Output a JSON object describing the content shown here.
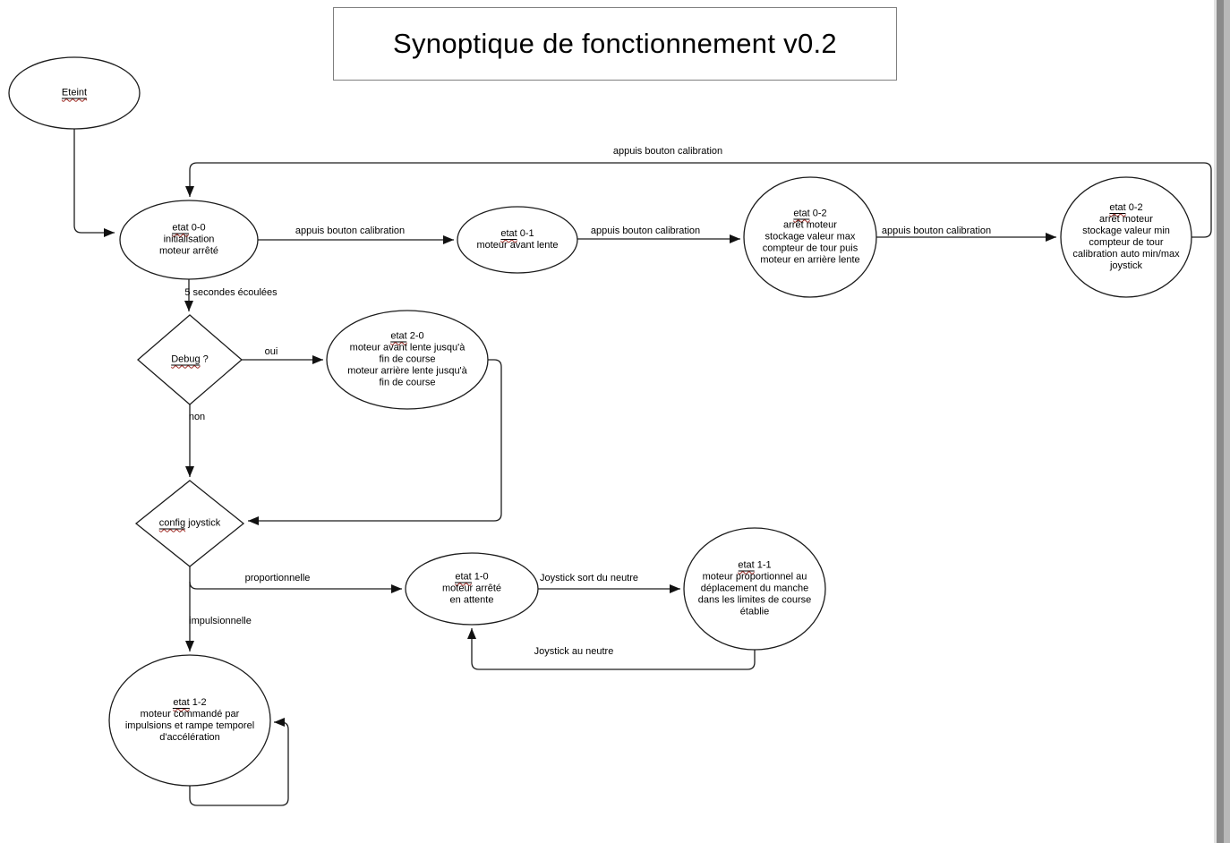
{
  "title": {
    "text": "Synoptique de fonctionnement v0.2"
  },
  "colors": {
    "line": "#1c1c1c",
    "spellcheck_squiggle": "#9e2b25",
    "title_border": "#7f7f7f",
    "page_edge": "#8a8a8a",
    "background": "#ffffff"
  },
  "nodes": {
    "eteint": {
      "label": "Eteint"
    },
    "s00": {
      "keyword": "etat",
      "id": "0-0",
      "lines": [
        "initialisation",
        "moteur arrêté"
      ]
    },
    "s01": {
      "keyword": "etat",
      "id": "0-1",
      "lines": [
        "moteur avant lente"
      ]
    },
    "s02a": {
      "keyword": "etat",
      "id": "0-2",
      "lines": [
        "arrêt moteur",
        "stockage valeur max",
        "compteur de tour puis",
        "moteur en arrière lente"
      ]
    },
    "s02b": {
      "keyword": "etat",
      "id": "0-2",
      "lines": [
        "arrêt moteur",
        "stockage valeur min",
        "compteur de tour",
        "calibration auto min/max",
        "joystick"
      ]
    },
    "s20": {
      "keyword": "etat",
      "id": "2-0",
      "lines": [
        "moteur avant lente jusqu'à",
        "fin de course",
        "moteur arrière lente jusqu'à",
        "fin de course"
      ]
    },
    "s10": {
      "keyword": "etat",
      "id": "1-0",
      "lines": [
        "moteur arrêté",
        "en attente"
      ]
    },
    "s11": {
      "keyword": "etat",
      "id": "1-1",
      "lines": [
        "moteur proportionnel au",
        "déplacement du manche",
        "dans les limites de course",
        "établie"
      ]
    },
    "s12": {
      "keyword": "etat",
      "id": "1-2",
      "lines": [
        "moteur commandé par",
        "impulsions et rampe temporel",
        "d'accélération"
      ]
    },
    "debug": {
      "keyword": "Debug",
      "suffix": " ?"
    },
    "config": {
      "keyword": "config",
      "suffix": " joystick"
    }
  },
  "edge_labels": {
    "calib_top": "appuis bouton calibration",
    "calib1": "appuis bouton calibration",
    "calib2": "appuis bouton calibration",
    "calib3": "appuis bouton calibration",
    "five_seconds": "5 secondes écoulées",
    "oui": "oui",
    "non": "non",
    "proportionnelle": "proportionnelle",
    "impulsionnelle": "impulsionnelle",
    "joystick_out": "Joystick sort du neutre",
    "joystick_neutral": "Joystick au neutre"
  }
}
